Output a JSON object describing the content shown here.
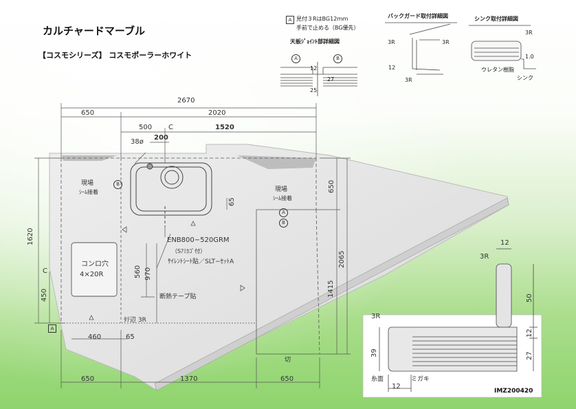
{
  "header": {
    "title": "カルチャードマーブル",
    "subtitle": "【コスモシリーズ】 コスモポーラーホワイト"
  },
  "notes": {
    "box_marker": "A",
    "corner_note_1": "見付３RはBG12ｍｍ",
    "corner_note_2": "手前で止める（BG優先）",
    "joint_title": "天板ｼﾞｮｲﾝﾄ部詳細図",
    "backguard_title": "バックガード取付詳細図",
    "sink_title": "シンク取付詳細図",
    "urethane": "ウレタン樹脂",
    "sink": "シンク",
    "r3": "3R",
    "t1_0": "1.0",
    "n12": "12",
    "n27": "27",
    "n25": "25",
    "circle_a": "A",
    "circle_b": "B",
    "circle_c": "C"
  },
  "plan": {
    "dims": {
      "d2670": "2670",
      "d650a": "650",
      "d2020": "2020",
      "d500": "500",
      "dC": "C",
      "d1520": "1520",
      "d38": "38ø",
      "d200": "200",
      "d65a": "65",
      "d1620": "1620",
      "d450": "450",
      "dCl": "C",
      "d560": "560",
      "d970": "970",
      "d650r": "650",
      "d2065": "2065",
      "d1415": "1415",
      "d460": "460",
      "d65b": "65",
      "d650b": "650",
      "d1370": "1370",
      "d650c": "650"
    },
    "labels": {
      "genba1": "現場",
      "seam1": "ｼｰﾑ接着",
      "genba2": "現場",
      "seam2": "ｼｰﾑ接着",
      "sink_model": "ENB800−520GRM",
      "sink_sub": "（Sｱﾐｶｺﾞ付）",
      "silent": "ｻｲﾚﾝﾄｼｰﾄ貼／SLT−ｾｯﾄA",
      "konro": "コンロ穴",
      "konro_size": "4×20R",
      "dannetsu": "断熱テープ貼",
      "tate": "ﾀﾃ辺 3R",
      "cut": "切",
      "marker_a": "A"
    }
  },
  "edge_detail": {
    "r3_top": "3R",
    "d12_top": "12",
    "d50": "50",
    "d12_mid": "12",
    "d27": "27",
    "r3_left": "3R",
    "d39": "39",
    "itomen": "糸面",
    "d12_bot": "12",
    "migaki": "ミガキ"
  },
  "footer": {
    "code": "IMZ200420"
  }
}
